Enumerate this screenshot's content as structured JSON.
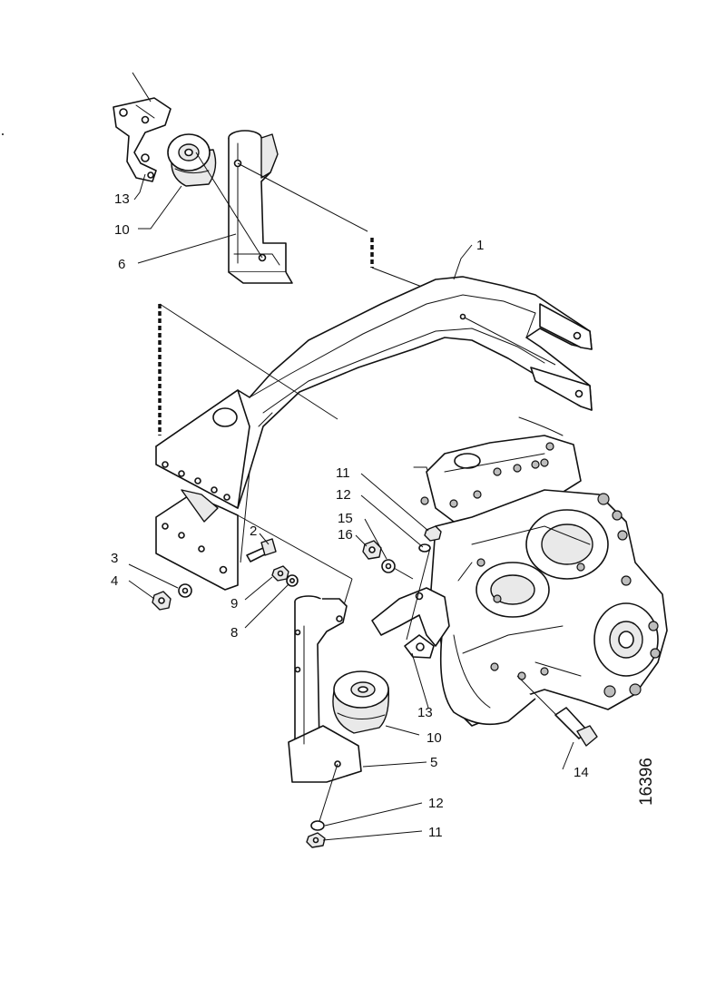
{
  "drawing": {
    "reference_number": "16396",
    "callouts": {
      "c1": "1",
      "c2": "2",
      "c3": "3",
      "c4": "4",
      "c5": "5",
      "c6": "6",
      "c8": "8",
      "c9": "9",
      "c10_top": "10",
      "c10_bottom": "10",
      "c11_top": "11",
      "c11_bottom": "11",
      "c12_top": "12",
      "c12_bottom": "12",
      "c13_top": "13",
      "c13_bottom": "13",
      "c14": "14",
      "c15": "15",
      "c16": "16"
    }
  }
}
